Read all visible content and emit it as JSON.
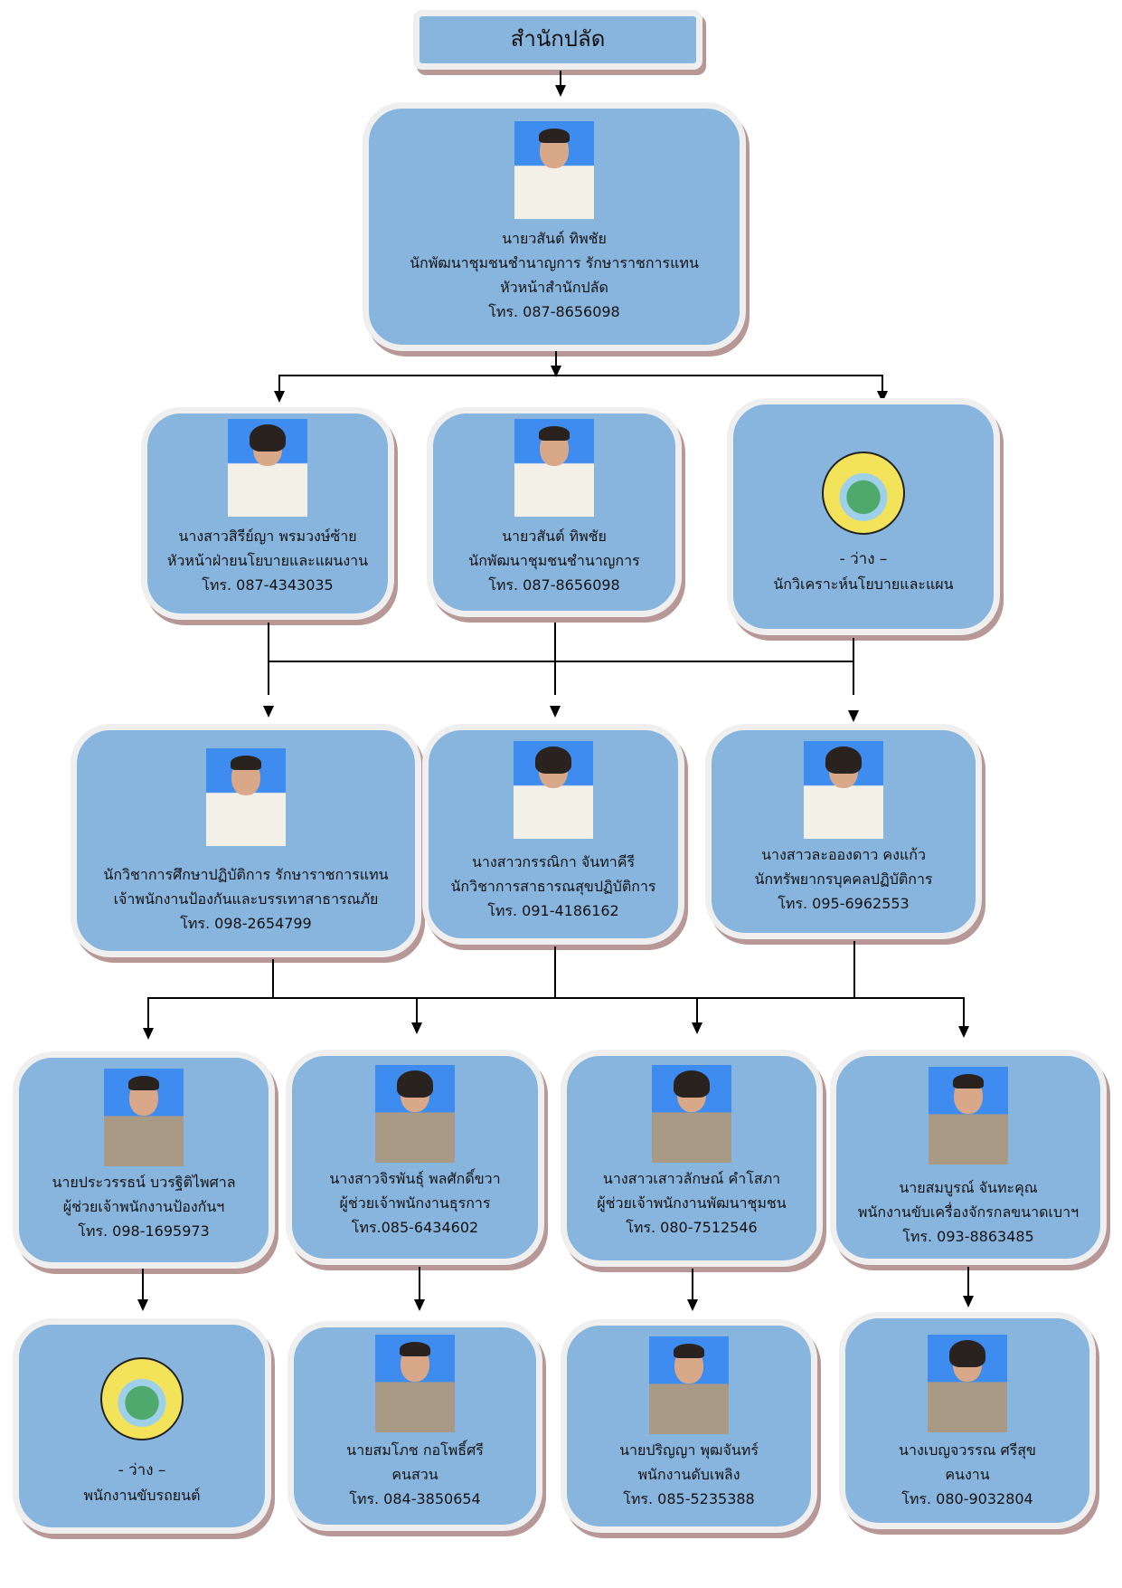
{
  "header": {
    "title": "สำนักปลัด"
  },
  "head": {
    "name": "นายวสันต์ ทิพชัย",
    "position_line1": "นักพัฒนาชุมชนชำนาญการ รักษาราชการแทน",
    "position_line2": "หัวหน้าสำนักปลัด",
    "phone": "โทร. 087-8656098"
  },
  "level2": [
    {
      "name": "นางสาวสิรีย์ญา พรมวงษ์ซ้าย",
      "position": "หัวหน้าฝ่ายนโยบายและแผนงาน",
      "phone": "โทร. 087-4343035",
      "photo": "female-white-uniform"
    },
    {
      "name": "นายวสันต์ ทิพชัย",
      "position": "นักพัฒนาชุมชนชำนาญการ",
      "phone": "โทร. 087-8656098",
      "photo": "male-white-uniform"
    },
    {
      "name": "- ว่าง –",
      "position": "นักวิเคราะห์นโยบายและแผน",
      "phone": "",
      "photo": "organization-logo"
    }
  ],
  "level3": [
    {
      "name": "",
      "position_line1": "นักวิชาการศึกษาปฏิบัติการ รักษาราชการแทน",
      "position_line2": "เจ้าพนักงานป้องกันและบรรเทาสาธารณภัย",
      "phone": "โทร. 098-2654799",
      "photo": "male-white-uniform"
    },
    {
      "name": "นางสาวกรรณิกา จันทาคีรี",
      "position_line1": "นักวิชาการสาธารณสุขปฏิบัติการ",
      "position_line2": "",
      "phone": "โทร. 091-4186162",
      "photo": "female-white-uniform"
    },
    {
      "name": "นางสาวละอองดาว คงแก้ว",
      "position_line1": "นักทรัพยากรบุคคลปฏิบัติการ",
      "position_line2": "",
      "phone": "โทร. 095-6962553",
      "photo": "female-white-uniform"
    }
  ],
  "level4": [
    {
      "name": "นายประวรรธน์ บวรฐิติไพศาล",
      "position": "ผู้ช่วยเจ้าพนักงานป้องกันฯ",
      "phone": "โทร. 098-1695973",
      "photo": "male-khaki-uniform"
    },
    {
      "name": "นางสาวจิรพันธุ์ พลศักดิ์ขวา",
      "position": "ผู้ช่วยเจ้าพนักงานธุรการ",
      "phone": "โทร.085-6434602",
      "photo": "female-khaki-uniform"
    },
    {
      "name": "นางสาวเสาวลักษณ์ คำโสภา",
      "position": "ผู้ช่วยเจ้าพนักงานพัฒนาชุมชน",
      "phone": "โทร. 080-7512546",
      "photo": "female-khaki-uniform"
    },
    {
      "name": "นายสมบูรณ์ จันทะคุณ",
      "position": "พนักงานขับเครื่องจักรกลขนาดเบาฯ",
      "phone": "โทร. 093-8863485",
      "photo": "male-khaki-uniform"
    }
  ],
  "level5": [
    {
      "name": "- ว่าง –",
      "position": "พนักงานขับรถยนต์",
      "phone": "",
      "photo": "organization-logo"
    },
    {
      "name": "นายสมโภช กอโพธิ์ศรี",
      "position": "คนสวน",
      "phone": "โทร. 084-3850654",
      "photo": "male-khaki-uniform"
    },
    {
      "name": "นายปริญญา พุฒจันทร์",
      "position": "พนักงานดับเพลิง",
      "phone": "โทร. 085-5235388",
      "photo": "male-khaki-uniform"
    },
    {
      "name": "นางเบญจวรรณ ศรีสุข",
      "position": "คนงาน",
      "phone": "โทร. 080-9032804",
      "photo": "female-khaki-uniform"
    }
  ]
}
